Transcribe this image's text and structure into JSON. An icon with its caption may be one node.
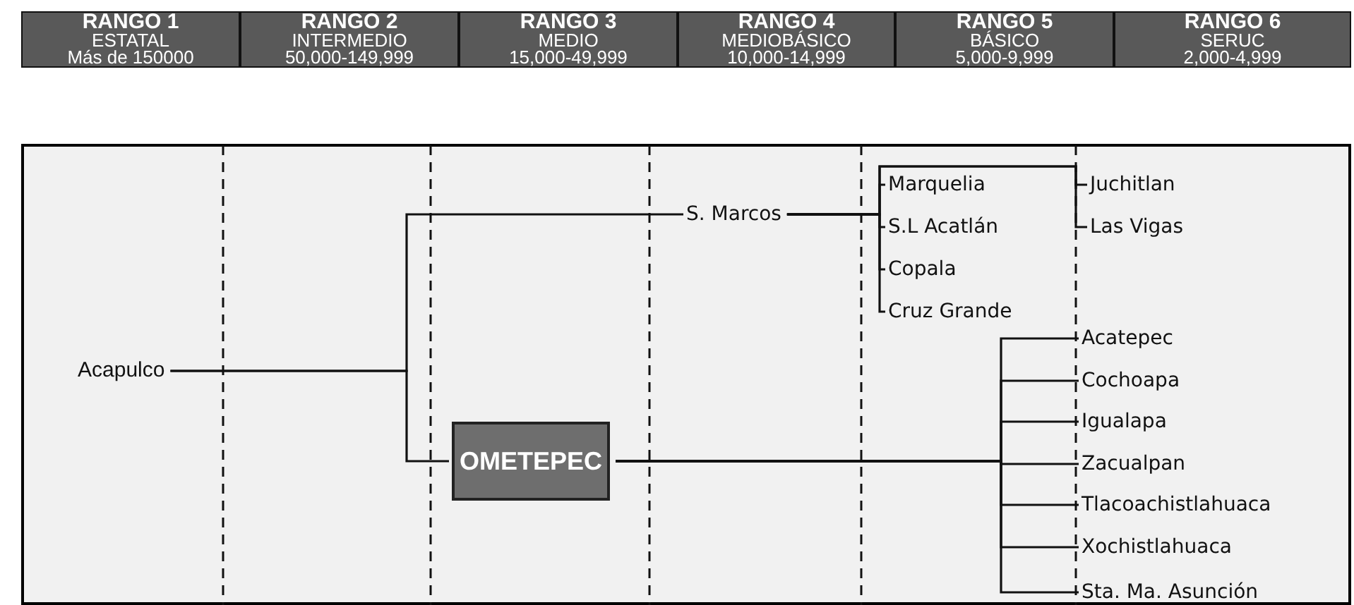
{
  "diagram": {
    "nodes": [
      {
        "text": [
          "RANGO 1",
          "ESTATAL",
          "Más de 150000"
        ]
      },
      {
        "text": [
          "RANGO 2",
          "INTERMEDIO",
          "50,000-149,999"
        ]
      },
      {
        "text": [
          "RANGO 3",
          "MEDIO",
          "15,000-49,999"
        ]
      },
      {
        "text": [
          "RANGO 4",
          "MEDIOBÁSICO",
          "10,000-14,999"
        ]
      },
      {
        "text": [
          "RANGO 5",
          "BÁSICO",
          "5,000-9,999"
        ]
      },
      {
        "text": [
          "RANGO 6",
          "SERUC",
          "2,000-4,999"
        ]
      },
      {
        "text": [
          "Acapulco"
        ]
      },
      {
        "text": [
          "S. Marcos"
        ]
      },
      {
        "text": [
          "OMETEPEC"
        ]
      },
      {
        "text": [
          "Marquelia"
        ]
      },
      {
        "text": [
          "S.L Acatlán"
        ]
      },
      {
        "text": [
          "Copala"
        ]
      },
      {
        "text": [
          "Cruz Grande"
        ]
      },
      {
        "text": [
          "Juchitlan"
        ]
      },
      {
        "text": [
          "Las Vigas"
        ]
      },
      {
        "text": [
          "Acatepec"
        ]
      },
      {
        "text": [
          "Cochoapa"
        ]
      },
      {
        "text": [
          "Igualapa"
        ]
      },
      {
        "text": [
          "Zacualpan"
        ]
      },
      {
        "text": [
          "Tlacoachistlahuaca"
        ]
      },
      {
        "text": [
          "Xochistlahuaca"
        ]
      },
      {
        "text": [
          "Sta. Ma. Asunción"
        ]
      }
    ],
    "edges": [
      {
        "from": 6,
        "to": 7,
        "arrow": "none"
      },
      {
        "from": 6,
        "to": 8,
        "arrow": "none"
      },
      {
        "from": 7,
        "to": 9,
        "arrow": "none"
      },
      {
        "from": 7,
        "to": 10,
        "arrow": "none"
      },
      {
        "from": 7,
        "to": 11,
        "arrow": "none"
      },
      {
        "from": 7,
        "to": 12,
        "arrow": "none"
      },
      {
        "from": 7,
        "to": 13,
        "arrow": "none"
      },
      {
        "from": 7,
        "to": 14,
        "arrow": "none"
      },
      {
        "from": 8,
        "to": 15,
        "arrow": "none"
      },
      {
        "from": 8,
        "to": 16,
        "arrow": "none"
      },
      {
        "from": 8,
        "to": 17,
        "arrow": "none"
      },
      {
        "from": 8,
        "to": 18,
        "arrow": "none"
      },
      {
        "from": 8,
        "to": 19,
        "arrow": "none"
      },
      {
        "from": 8,
        "to": 20,
        "arrow": "none"
      },
      {
        "from": 8,
        "to": 21,
        "arrow": "none"
      }
    ]
  }
}
